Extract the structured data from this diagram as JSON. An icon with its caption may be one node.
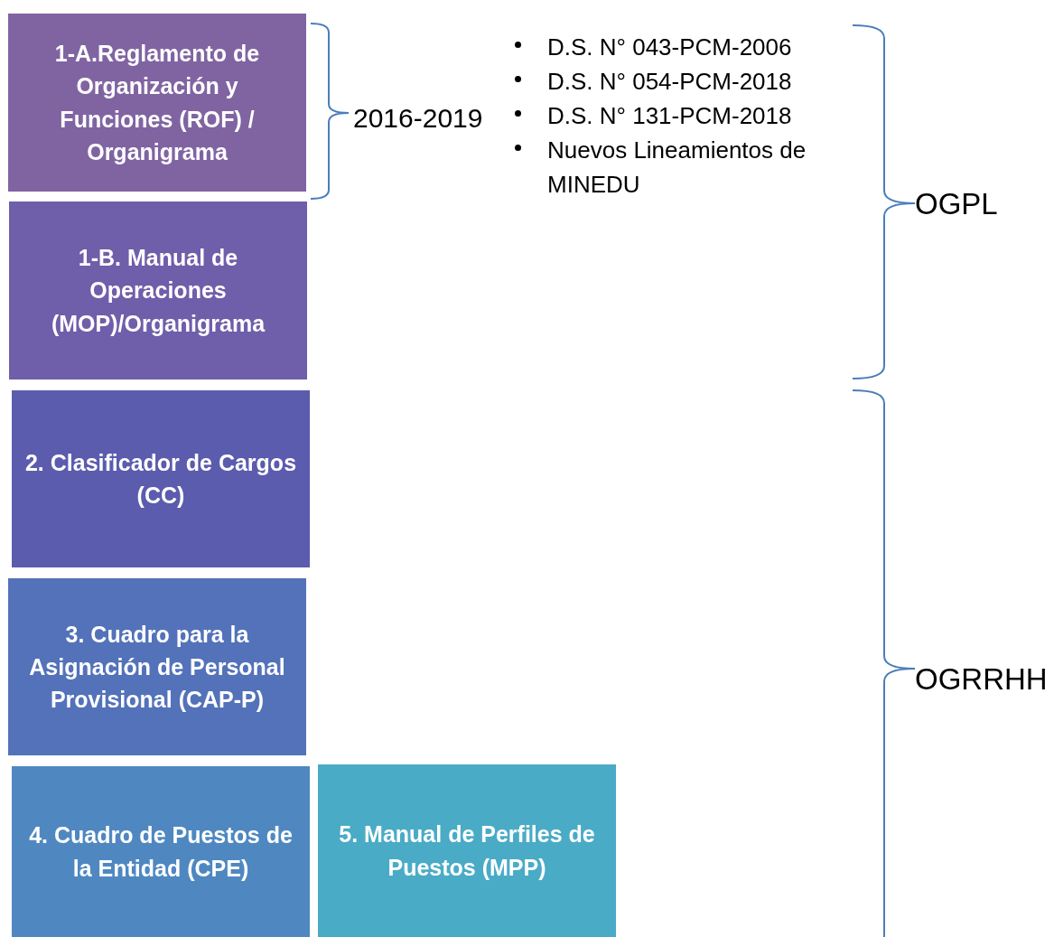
{
  "diagram": {
    "nodes": [
      {
        "text": [
          "1-A.Reglamento de Organización y Funciones (ROF) / Organigrama"
        ]
      },
      {
        "text": [
          "1-B. Manual de Operaciones (MOP)/Organigrama"
        ]
      },
      {
        "text": [
          "2. Clasificador de Cargos (CC)"
        ]
      },
      {
        "text": [
          "3. Cuadro para la Asignación de Personal Provisional (CAP-P)"
        ]
      },
      {
        "text": [
          "4. Cuadro de Puestos de la Entidad (CPE)"
        ]
      },
      {
        "text": [
          "5. Manual de Perfiles de Puestos (MPP)"
        ]
      }
    ],
    "edges": [],
    "labels": [
      "D.S. N° 043-PCM-2006",
      "D.S. N° 054-PCM-2018",
      "2016-2019",
      "D.S. N° 131-PCM-2018",
      "Nuevos Lineamientos de MINEDU",
      "OGPL",
      "OGRRHH"
    ]
  }
}
